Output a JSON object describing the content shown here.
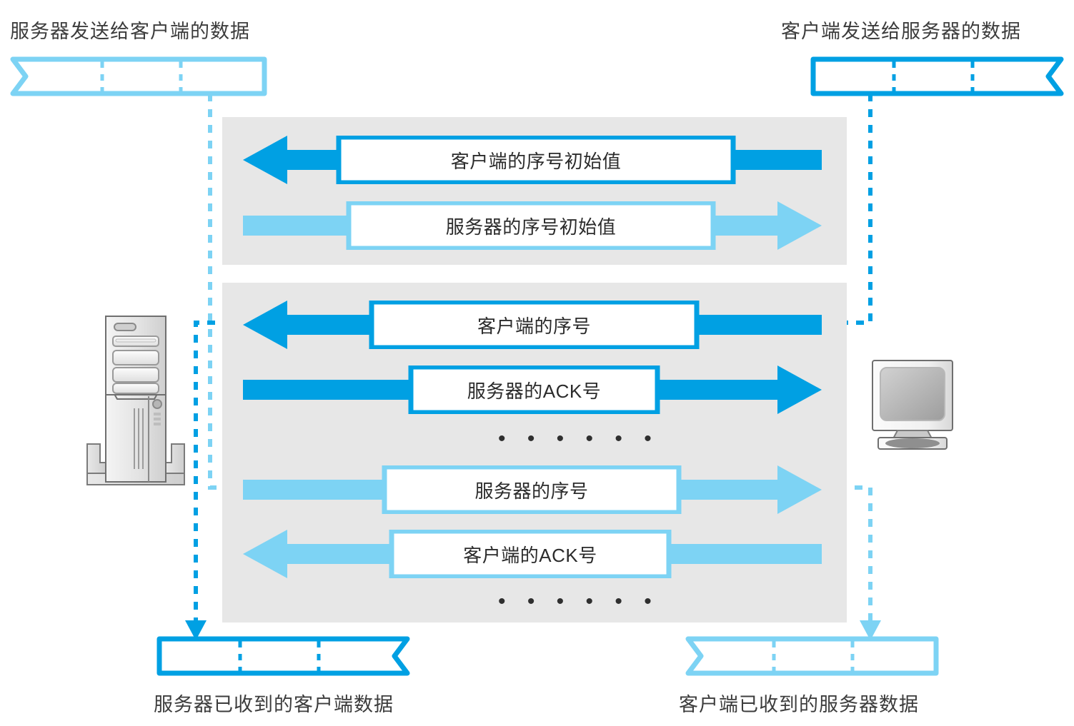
{
  "diagram": {
    "title_semantic": "tcp-sequence-ack-exchange-diagram",
    "colors": {
      "dark_blue": "#00A0E3",
      "light_blue": "#7DD3F4",
      "panel_gray": "#E7E7E7",
      "text": "#333333",
      "white": "#FFFFFF"
    },
    "labels": {
      "top_left": "服务器发送给客户端的数据",
      "top_right": "客户端发送给服务器的数据",
      "bottom_left": "服务器已收到的客户端数据",
      "bottom_right": "客户端已收到的服务器数据"
    },
    "panels": [
      {
        "name": "handshake-panel",
        "messages": [
          {
            "label": "客户端的序号初始值",
            "direction": "left",
            "tone": "dark"
          },
          {
            "label": "服务器的序号初始值",
            "direction": "right",
            "tone": "light"
          }
        ],
        "ellipsis": ""
      },
      {
        "name": "data-transfer-panel",
        "messages": [
          {
            "label": "客户端的序号",
            "direction": "left",
            "tone": "dark"
          },
          {
            "label": "服务器的ACK号",
            "direction": "right",
            "tone": "dark"
          },
          {
            "label": "服务器的序号",
            "direction": "right",
            "tone": "light"
          },
          {
            "label": "客户端的ACK号",
            "direction": "left",
            "tone": "light"
          }
        ],
        "ellipsis_1": "• • • • • •",
        "ellipsis_2": "• • • • • •"
      }
    ],
    "endpoints": {
      "left": {
        "name": "server-tower-icon",
        "role": "服务器"
      },
      "right": {
        "name": "client-monitor-icon",
        "role": "客户端"
      }
    },
    "ellipsis_glyph": "• • • • • •"
  }
}
